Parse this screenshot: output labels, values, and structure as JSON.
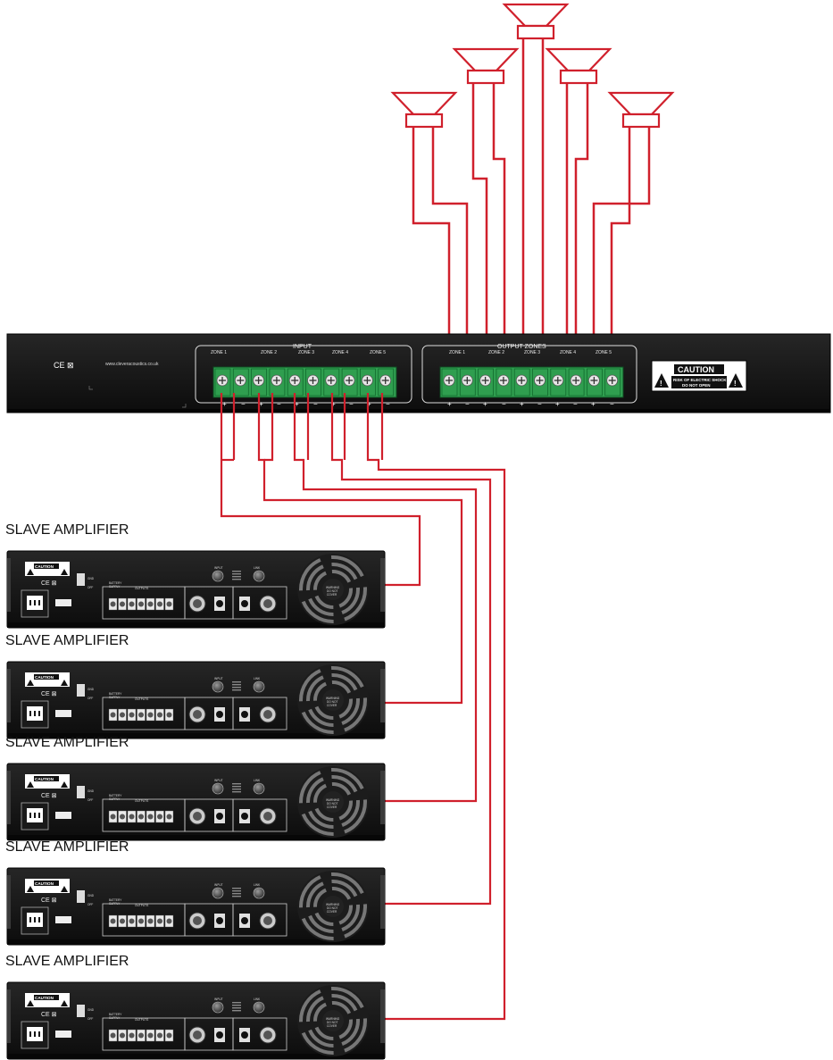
{
  "colors": {
    "wire": "#d0202c",
    "rack": "#111111",
    "terminal": "#2f9e4f",
    "screw": "#e6e6e6"
  },
  "master": {
    "marks": "CE ⊠",
    "website": "www.cleveracoustics.co.uk",
    "input_label": "INPUT",
    "output_label": "OUTPUT ZONES",
    "zones": [
      "ZONE 1",
      "ZONE 2",
      "ZONE 3",
      "ZONE 4",
      "ZONE 5"
    ],
    "plus_symbol": "+",
    "minus_symbol": "−",
    "caution": {
      "title": "CAUTION",
      "line1": "RISK OF ELECTRIC SHOCK",
      "line2": "DO NOT OPEN"
    }
  },
  "slaves": {
    "count": 5,
    "heading": "SLAVE AMPLIFIER",
    "marks": "CE ⊠",
    "caution": "CAUTION",
    "labels": {
      "battery": "BATTERY",
      "supply": "SUPPLY",
      "outputs": "OUTPUTS",
      "input": "INPUT",
      "link": "LINK",
      "gnd": "GND",
      "off": "OFF",
      "warning_1": "WARNING",
      "warning_2": "DO NOT",
      "warning_3": "COVER"
    }
  },
  "icons": [
    "loudspeaker-icon",
    "warning-triangle-icon",
    "fan-grille-icon",
    "iec-inlet-icon",
    "xlr-connector-icon",
    "jack-socket-icon",
    "screw-terminal-icon"
  ]
}
